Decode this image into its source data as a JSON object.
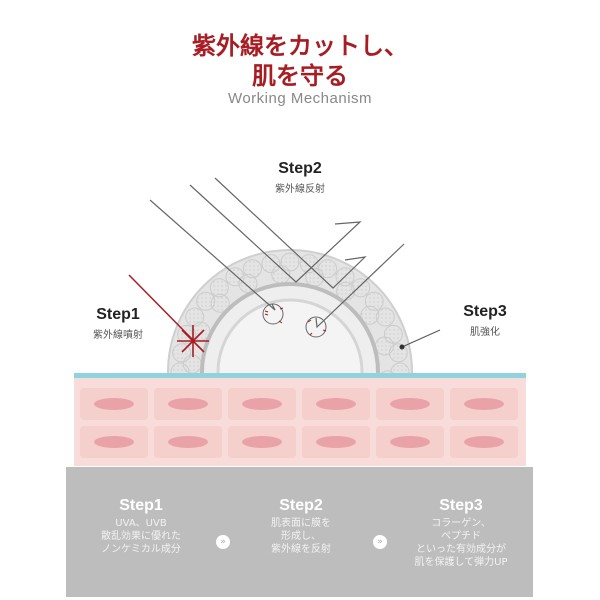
{
  "header": {
    "title_line1": "紫外線をカットし、",
    "title_line2": "肌を守る",
    "subtitle": "Working Mechanism"
  },
  "diagram": {
    "step1": {
      "title": "Step1",
      "desc": "紫外線噴射"
    },
    "step2": {
      "title": "Step2",
      "desc": "紫外線反射"
    },
    "step3": {
      "title": "Step3",
      "desc": "肌強化"
    }
  },
  "panel": {
    "arrow_icon": "double-chevron-right",
    "steps": [
      {
        "title": "Step1",
        "lines": [
          "UVA、UVB",
          "散乱効果に優れた",
          "ノンケミカル成分"
        ]
      },
      {
        "title": "Step2",
        "lines": [
          "肌表面に膜を",
          "形成し、",
          "紫外線を反射"
        ]
      },
      {
        "title": "Step3",
        "lines": [
          "コラーゲン、",
          "ペプチド",
          "といった有効成分が",
          "肌を保護して弾力UP"
        ]
      }
    ]
  },
  "colors": {
    "accent": "#a81d23",
    "skin_line": "#8fd3df",
    "panel": "#bdbdbd"
  }
}
